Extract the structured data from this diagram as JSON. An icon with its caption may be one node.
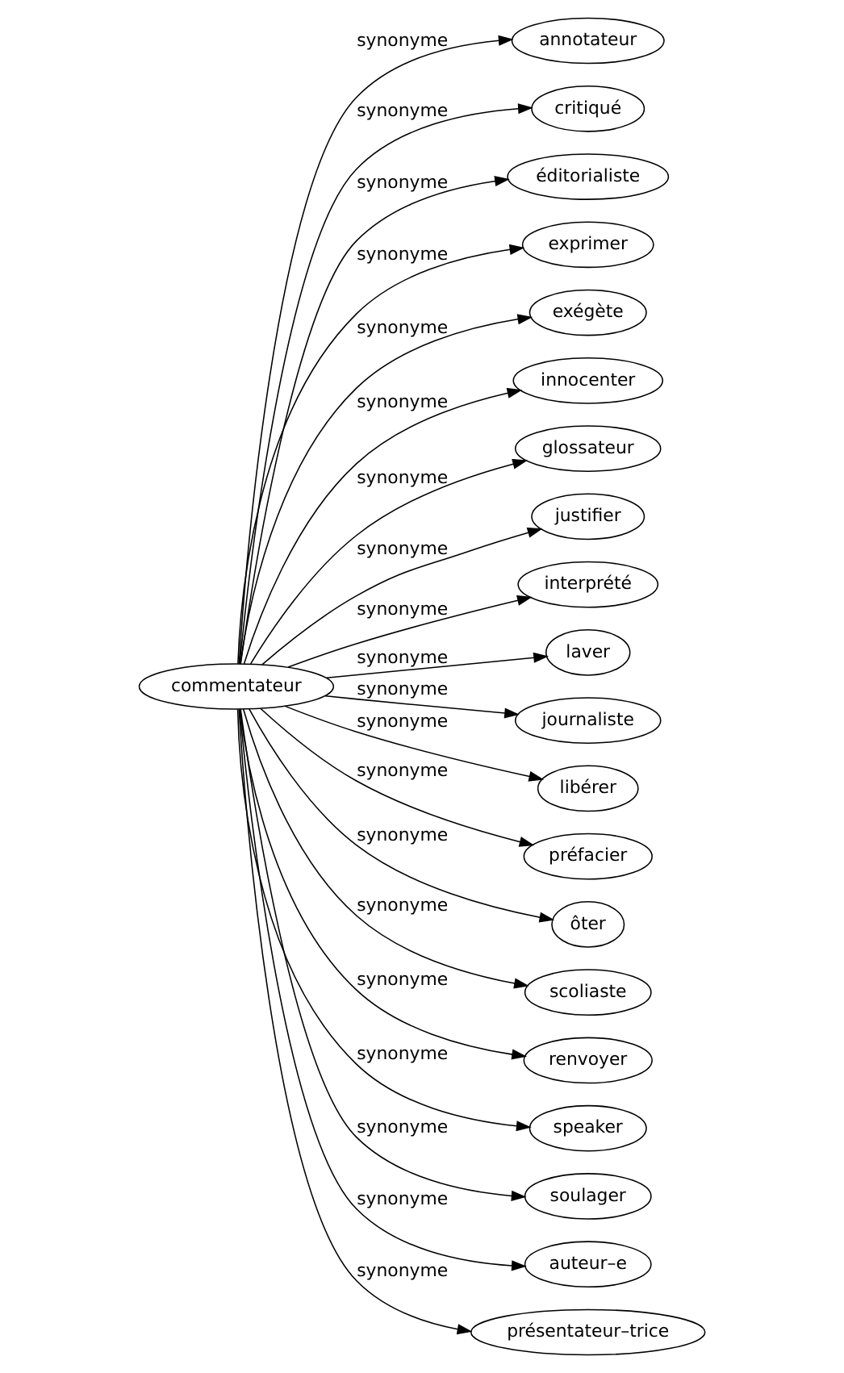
{
  "diagram": {
    "nodes": [
      {
        "text": [
          "commentateur"
        ]
      },
      {
        "text": [
          "annotateur"
        ]
      },
      {
        "text": [
          "critiqué"
        ]
      },
      {
        "text": [
          "éditorialiste"
        ]
      },
      {
        "text": [
          "exprimer"
        ]
      },
      {
        "text": [
          "exégète"
        ]
      },
      {
        "text": [
          "innocenter"
        ]
      },
      {
        "text": [
          "glossateur"
        ]
      },
      {
        "text": [
          "justifier"
        ]
      },
      {
        "text": [
          "interprété"
        ]
      },
      {
        "text": [
          "laver"
        ]
      },
      {
        "text": [
          "journaliste"
        ]
      },
      {
        "text": [
          "libérer"
        ]
      },
      {
        "text": [
          "préfacier"
        ]
      },
      {
        "text": [
          "ôter"
        ]
      },
      {
        "text": [
          "scoliaste"
        ]
      },
      {
        "text": [
          "renvoyer"
        ]
      },
      {
        "text": [
          "speaker"
        ]
      },
      {
        "text": [
          "soulager"
        ]
      },
      {
        "text": [
          "auteur–e"
        ]
      },
      {
        "text": [
          "présentateur–trice"
        ]
      }
    ],
    "edges": [
      {
        "from": 0,
        "to": 1,
        "arrow": "to",
        "label": "synonyme"
      },
      {
        "from": 0,
        "to": 2,
        "arrow": "to",
        "label": "synonyme"
      },
      {
        "from": 0,
        "to": 3,
        "arrow": "to",
        "label": "synonyme"
      },
      {
        "from": 0,
        "to": 4,
        "arrow": "to",
        "label": "synonyme"
      },
      {
        "from": 0,
        "to": 5,
        "arrow": "to",
        "label": "synonyme"
      },
      {
        "from": 0,
        "to": 6,
        "arrow": "to",
        "label": "synonyme"
      },
      {
        "from": 0,
        "to": 7,
        "arrow": "to",
        "label": "synonyme"
      },
      {
        "from": 0,
        "to": 8,
        "arrow": "to",
        "label": "synonyme"
      },
      {
        "from": 0,
        "to": 9,
        "arrow": "to",
        "label": "synonyme"
      },
      {
        "from": 0,
        "to": 10,
        "arrow": "to",
        "label": "synonyme"
      },
      {
        "from": 0,
        "to": 11,
        "arrow": "to",
        "label": "synonyme"
      },
      {
        "from": 0,
        "to": 12,
        "arrow": "to",
        "label": "synonyme"
      },
      {
        "from": 0,
        "to": 13,
        "arrow": "to",
        "label": "synonyme"
      },
      {
        "from": 0,
        "to": 14,
        "arrow": "to",
        "label": "synonyme"
      },
      {
        "from": 0,
        "to": 15,
        "arrow": "to",
        "label": "synonyme"
      },
      {
        "from": 0,
        "to": 16,
        "arrow": "to",
        "label": "synonyme"
      },
      {
        "from": 0,
        "to": 17,
        "arrow": "to",
        "label": "synonyme"
      },
      {
        "from": 0,
        "to": 18,
        "arrow": "to",
        "label": "synonyme"
      },
      {
        "from": 0,
        "to": 19,
        "arrow": "to",
        "label": "synonyme"
      },
      {
        "from": 0,
        "to": 20,
        "arrow": "to",
        "label": "synonyme"
      }
    ]
  }
}
